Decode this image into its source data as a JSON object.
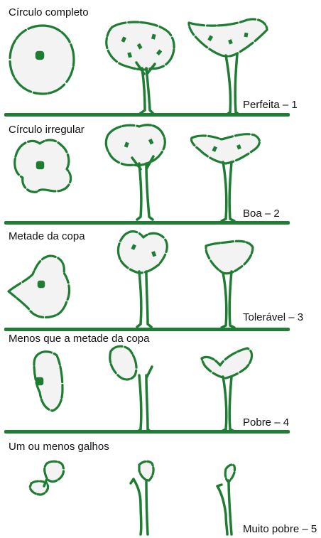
{
  "rows": [
    {
      "heading": "Círculo completo",
      "rank_label": "Perfeita – 1"
    },
    {
      "heading": "Círculo irregular",
      "rank_label": "Boa – 2"
    },
    {
      "heading": "Metade da copa",
      "rank_label": "Tolerável – 3"
    },
    {
      "heading": "Menos que a metade da copa",
      "rank_label": "Pobre – 4"
    },
    {
      "heading": "Um ou menos galhos",
      "rank_label": "Muito pobre – 5"
    }
  ],
  "colors": {
    "ink": "#1e7d32",
    "crown_fill": "#f3f3f3",
    "text": "#111111"
  },
  "icons": [
    "crown-top-view-icon",
    "tree-front-view-icon",
    "tree-vase-shape-icon"
  ]
}
